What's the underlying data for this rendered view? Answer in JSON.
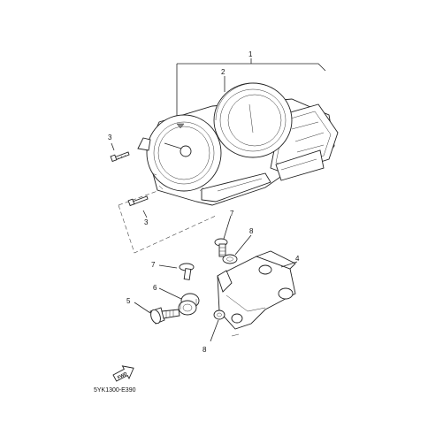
{
  "diagram": {
    "part_code": "5YK1300-E390",
    "fwd_label": "FWD",
    "callouts": [
      {
        "id": "c1",
        "label": "1"
      },
      {
        "id": "c2",
        "label": "2"
      },
      {
        "id": "c3a",
        "label": "3"
      },
      {
        "id": "c3b",
        "label": "3"
      },
      {
        "id": "c4",
        "label": "4"
      },
      {
        "id": "c5",
        "label": "5"
      },
      {
        "id": "c6",
        "label": "6"
      },
      {
        "id": "c7a",
        "label": "7"
      },
      {
        "id": "c7b",
        "label": "7"
      },
      {
        "id": "c8a",
        "label": "8"
      },
      {
        "id": "c8b",
        "label": "8"
      }
    ]
  }
}
